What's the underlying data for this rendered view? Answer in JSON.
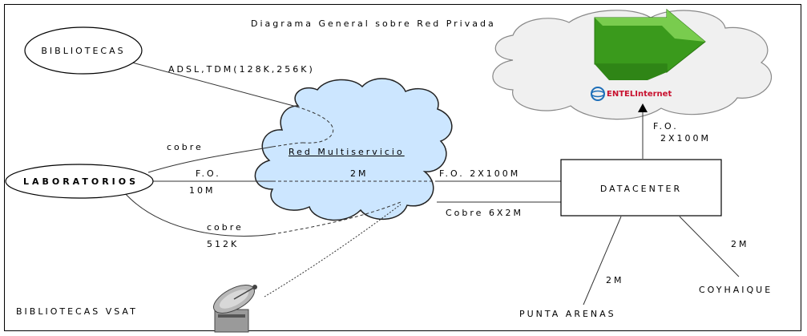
{
  "title": "Diagrama General sobre Red Privada",
  "nodes": {
    "bibliotecas": "BIBLIOTECAS",
    "laboratorios": "LABORATORIOS",
    "cloud": "Red Multiservicio",
    "datacenter": "DATACENTER",
    "internet_logo": "ENTELInternet",
    "bibliotecas_vsat": "BIBLIOTECAS VSAT",
    "punta_arenas": "PUNTA ARENAS",
    "coyhaique": "COYHAIQUE"
  },
  "links": {
    "adsl_tdm": "ADSL,TDM(128K,256K)",
    "cobre_upper": "cobre",
    "fo_lab": "F.O.",
    "lab_10m": "10M",
    "cloud_2m": "2M",
    "cobre_lower": "cobre",
    "lower_512k": "512K",
    "fo_dc": "F.O. 2X100M",
    "cobre_dc": "Cobre 6X2M",
    "fo_up": "F.O.",
    "fo_up_bw": "2X100M",
    "pa_2m": "2M",
    "coy_2m": "2M"
  },
  "colors": {
    "cloud_fill": "#cce6ff",
    "internet_cloud_fill": "#f0f0f0",
    "arrow_green": "#3a9a1c",
    "arrow_green_light": "#79cc4e",
    "logo_red": "#c8102e",
    "logo_blue": "#1e6fb8"
  }
}
